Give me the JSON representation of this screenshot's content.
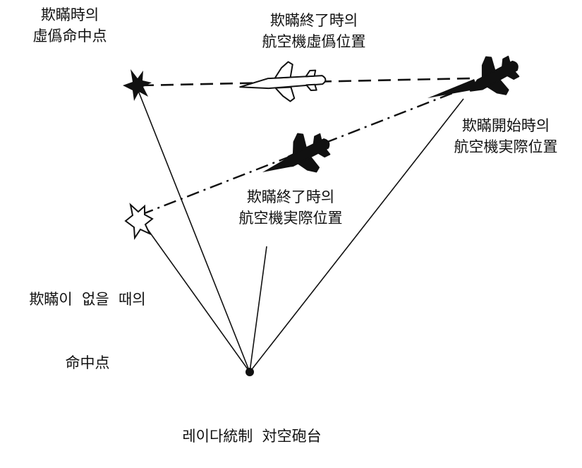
{
  "labels": {
    "jam_start_false_point": [
      "欺瞞時의",
      "虛僞命中点"
    ],
    "jam_end_false_position": [
      "欺瞞終了時의",
      "航空機虛僞位置"
    ],
    "jam_start_actual_position": [
      "欺瞞開始時의",
      "航空機実際位置"
    ],
    "jam_end_actual_position": [
      "欺瞞終了時의",
      "航空機実際位置"
    ],
    "no_jam_point": [
      "欺瞞이  없을  때의",
      "命中点"
    ],
    "radar_site": "레이다統制  対空砲台"
  },
  "colors": {
    "ink": "#111111",
    "background": "#ffffff"
  }
}
